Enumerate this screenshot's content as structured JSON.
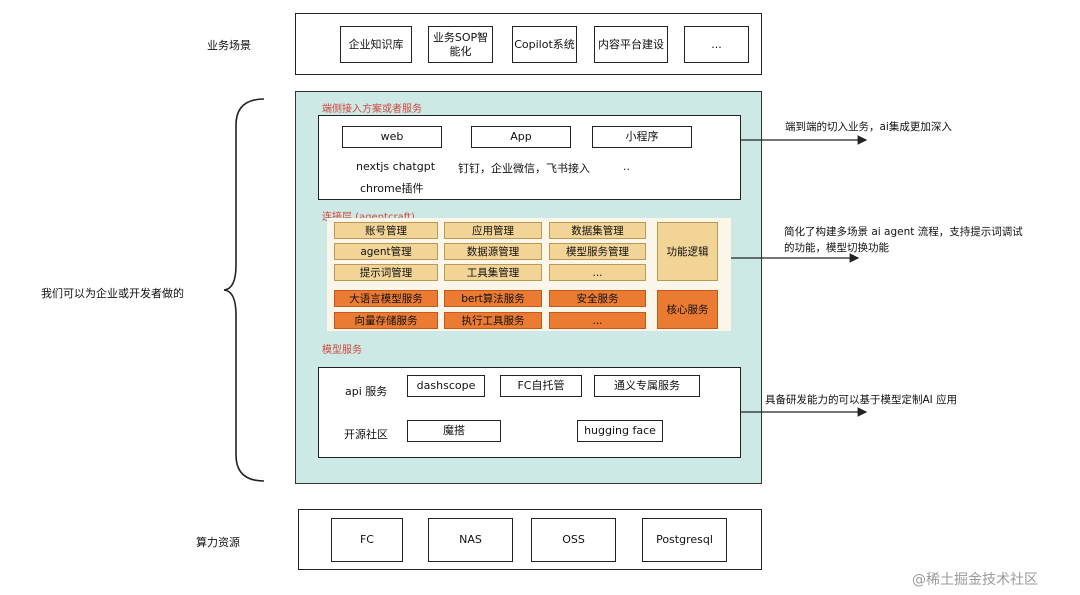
{
  "business": {
    "label": "业务场景",
    "items": [
      "企业知识库",
      "业务SOP智\n能化",
      "Copilot系统",
      "内容平台建设",
      "..."
    ]
  },
  "left_note": "我们可以为企业或开发者做的",
  "access_layer": {
    "title": "端侧接入方案或者服务",
    "items": [
      "web",
      "App",
      "小程序"
    ],
    "notes": {
      "nextjs": "nextjs chatgpt",
      "chrome": "chrome插件",
      "dingtalk": "钉钉，企业微信，飞书接入",
      "more": ".."
    },
    "side_note": "端到端的切入业务，ai集成更加深入"
  },
  "connect_layer": {
    "title": "连接层 (agentcraft)",
    "yellow": {
      "r1c1": "账号管理",
      "r1c2": "应用管理",
      "r1c3": "数据集管理",
      "r2c1": "agent管理",
      "r2c2": "数据源管理",
      "r2c3": "模型服务管理",
      "r3c1": "提示词管理",
      "r3c2": "工具集管理",
      "r3c3": "..."
    },
    "func_logic": "功能逻辑",
    "orange": {
      "r1c1": "大语言模型服务",
      "r1c2": "bert算法服务",
      "r1c3": "安全服务",
      "r2c1": "向量存储服务",
      "r2c2": "执行工具服务",
      "r2c3": "..."
    },
    "core_service": "核心服务",
    "side_note_1": "简化了构建多场景 ai agent 流程，支持提示词调试",
    "side_note_2": "的功能，模型切换功能"
  },
  "model_layer": {
    "title": "模型服务",
    "api_label": "api 服务",
    "api_items": [
      "dashscope",
      "FC自托管",
      "通义专属服务"
    ],
    "oss_label": "开源社区",
    "oss_items": [
      "魔搭",
      "hugging face"
    ],
    "side_note": "具备研发能力的可以基于模型定制AI 应用"
  },
  "compute": {
    "label": "算力资源",
    "items": [
      "FC",
      "NAS",
      "OSS",
      "Postgresql"
    ]
  },
  "watermark": "@稀土掘金技术社区"
}
